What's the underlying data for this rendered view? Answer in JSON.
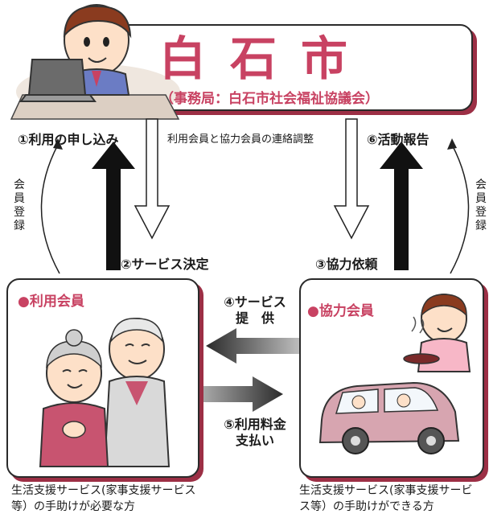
{
  "header": {
    "title": "白石市",
    "subtitle": "（事務局：白石市社会福祉協議会）"
  },
  "flow": {
    "step1": "①利用の申し込み",
    "step2": "②サービス決定",
    "step3": "③協力依頼",
    "step4_line1": "④サービス",
    "step4_line2": "提　供",
    "step5_line1": "⑤利用料金",
    "step5_line2": "支払い",
    "step6": "⑥活動報告",
    "coordination": "利用会員と協力会員の連絡調整",
    "member_registration": "会員登録"
  },
  "members": {
    "user": {
      "label": "●利用会員",
      "description": "生活支援サービス(家事支援サービス等）の手助けが必要な方"
    },
    "helper": {
      "label": "●協力会員",
      "description": "生活支援サービス(家事支援サービス等）の手助けができる方"
    }
  },
  "colors": {
    "accent": "#c84262",
    "box_shadow": "#9c2f45",
    "down_arrow": "#ffffff",
    "up_arrow": "#111111",
    "horizontal_arrow": "#555555"
  }
}
